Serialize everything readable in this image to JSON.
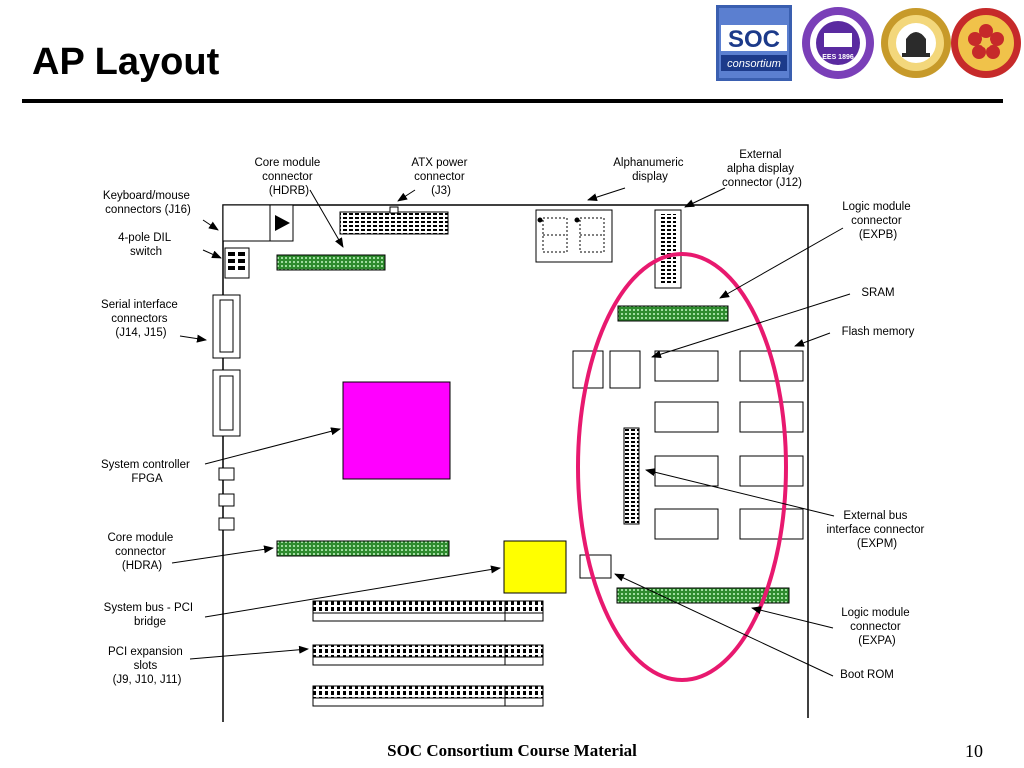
{
  "slide": {
    "title": "AP Layout",
    "footer": "SOC Consortium Course Material",
    "page_number": "10"
  },
  "logos": [
    {
      "name": "soc-consortium-logo",
      "lines": [
        "SOC",
        "consortium"
      ]
    },
    {
      "name": "university-seal-ees-icon",
      "text": "EES 1896"
    },
    {
      "name": "university-seal-bell-icon"
    },
    {
      "name": "university-seal-flower-icon"
    }
  ],
  "labels": {
    "core_module_hdrb": [
      "Core module",
      "connector",
      "(HDRB)"
    ],
    "atx_power": [
      "ATX power",
      "connector",
      "(J3)"
    ],
    "alphanumeric": [
      "Alphanumeric",
      "display"
    ],
    "external_alpha": [
      "External",
      "alpha display",
      "connector (J12)"
    ],
    "keyboard": [
      "Keyboard/mouse",
      "connectors (J16)"
    ],
    "dil_switch": [
      "4-pole DIL",
      "switch"
    ],
    "logic_expb": [
      "Logic module",
      "connector",
      "(EXPB)"
    ],
    "serial": [
      "Serial interface",
      "connectors",
      "(J14, J15)"
    ],
    "sram": [
      "SRAM"
    ],
    "flash": [
      "Flash memory"
    ],
    "sysctrl": [
      "System controller",
      "FPGA"
    ],
    "ext_bus": [
      "External bus",
      "interface connector",
      "(EXPM)"
    ],
    "core_module_hdra": [
      "Core module",
      "connector",
      "(HDRA)"
    ],
    "sysbus_pci": [
      "System bus - PCI",
      "bridge"
    ],
    "logic_expa": [
      "Logic module",
      "connector",
      "(EXPA)"
    ],
    "pci_slots": [
      "PCI expansion",
      "slots",
      "(J9, J10, J11)"
    ],
    "boot_rom": [
      "Boot ROM"
    ]
  },
  "colors": {
    "fpga": "#ff00ff",
    "bridge": "#ffff00",
    "connector_green": "#2e8b2e",
    "highlight_ellipse": "#e8196f"
  }
}
